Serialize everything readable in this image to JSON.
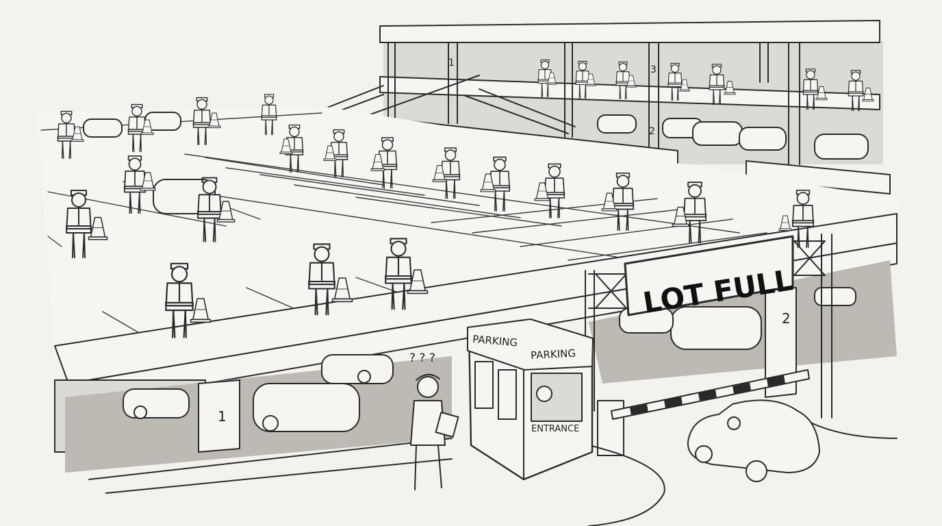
{
  "sign": {
    "main": "LOT FULL"
  },
  "booth": {
    "label_left": "PARKING",
    "label_right": "PARKING",
    "window_label": "ENTRANCE"
  },
  "attendant": {
    "thought": "? ? ?"
  },
  "levels": {
    "one": "1",
    "two": "2",
    "three": "3",
    "upper_one": "1",
    "upper_two": "2"
  },
  "colors": {
    "ink": "#2a2a2a",
    "paper": "#f6f5f2",
    "shade": "#dcdad5"
  }
}
